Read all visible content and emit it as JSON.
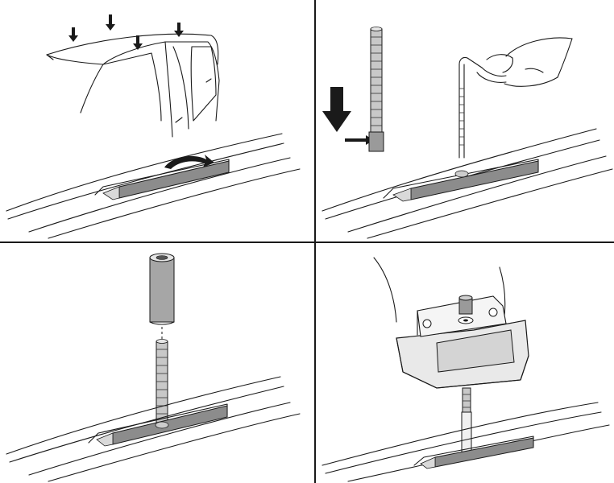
{
  "figure": {
    "panels": [
      {
        "id": "p1",
        "depicts": "car-roof-with-foot-positions"
      },
      {
        "id": "p2",
        "depicts": "threaded-rod-tightened-with-hex-key"
      },
      {
        "id": "p3",
        "depicts": "spacer-sleeve-placed-over-rod"
      },
      {
        "id": "p4",
        "depicts": "foot-bracket-mounted-on-rod"
      }
    ]
  },
  "colors": {
    "line": "#1a1a1a",
    "plate_fill": "#8c8c8c",
    "rod_fill": "#bfbfbf",
    "background": "#ffffff"
  }
}
